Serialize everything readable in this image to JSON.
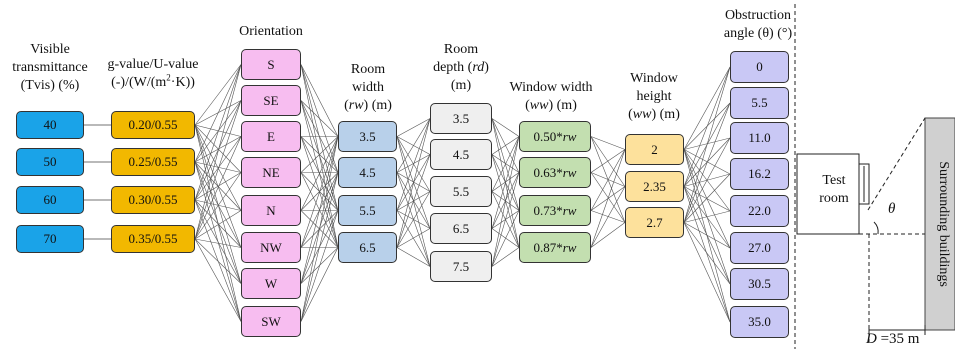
{
  "colors": {
    "tvis": "#1aa3e8",
    "gu": "#f2b800",
    "orientation": "#f7bdf0",
    "room_width": "#b8d0ea",
    "room_depth": "#efefef",
    "window_width": "#c3dfb0",
    "window_height": "#fde19c",
    "obstruction": "#c9c8f5"
  },
  "headers": {
    "tvis": [
      "Visible",
      "transmittance",
      "(Tvis) (%)"
    ],
    "gu": {
      "line1": "g-value/U-value",
      "line2_a": "(-)/(W/(m",
      "line2_sup": "2",
      "line2_b": "·K))"
    },
    "orientation": [
      "Orientation"
    ],
    "room_width": {
      "line1": "Room",
      "line2": "width",
      "line3_a": "(",
      "line3_it": "rw",
      "line3_b": ") (m)"
    },
    "room_depth": {
      "line1": "Room",
      "line2_a": "depth (",
      "line2_it": "rd",
      "line2_b": ")",
      "line3": "(m)"
    },
    "window_width": {
      "line1": "Window width",
      "line2_a": "(",
      "line2_it": "ww",
      "line2_b": ") (m)"
    },
    "window_height": {
      "line1": "Window",
      "line2": "height",
      "line3_a": "(",
      "line3_it": "ww",
      "line3_b": ") (m)"
    },
    "obstruction": {
      "line1": "Obstruction",
      "line2": "angle (θ) (°)"
    }
  },
  "columns": {
    "tvis": [
      "40",
      "50",
      "60",
      "70"
    ],
    "gu": [
      "0.20/0.55",
      "0.25/0.55",
      "0.30/0.55",
      "0.35/0.55"
    ],
    "orientation": [
      "S",
      "SE",
      "E",
      "NE",
      "N",
      "NW",
      "W",
      "SW"
    ],
    "room_width": [
      "3.5",
      "4.5",
      "5.5",
      "6.5"
    ],
    "room_depth": [
      "3.5",
      "4.5",
      "5.5",
      "6.5",
      "7.5"
    ],
    "window_width": [
      {
        "num": "0.50*",
        "var": "rw"
      },
      {
        "num": "0.63*",
        "var": "rw"
      },
      {
        "num": "0.73*",
        "var": "rw"
      },
      {
        "num": "0.87*",
        "var": "rw"
      }
    ],
    "window_height": [
      "2",
      "2.35",
      "2.7"
    ],
    "obstruction": [
      "0",
      "5.5",
      "11.0",
      "16.2",
      "22.0",
      "27.0",
      "30.5",
      "35.0"
    ]
  },
  "scene": {
    "test_room": [
      "Test",
      "room"
    ],
    "theta": "θ",
    "surrounding": "Surrounding buildings",
    "distance_var": "D",
    "distance_val": " =35 m"
  }
}
